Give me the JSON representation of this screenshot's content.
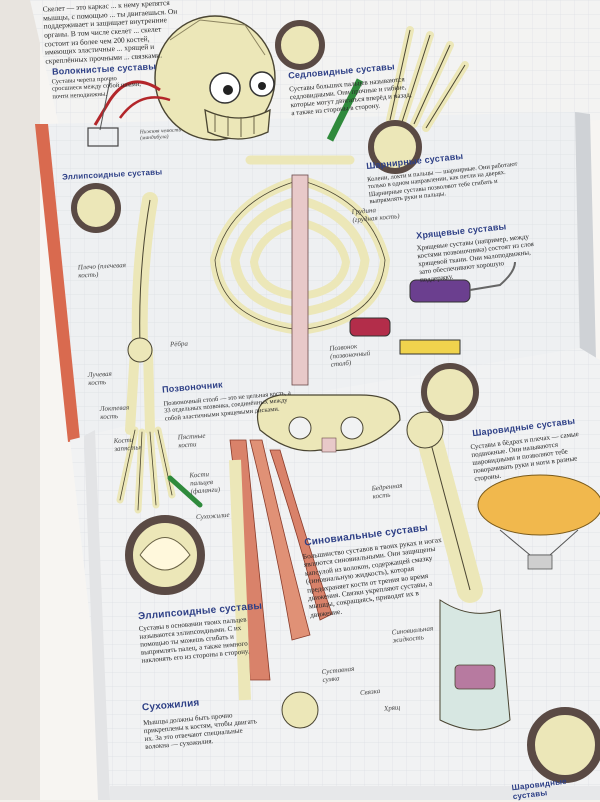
{
  "page_top": {
    "intro": "Скелет — это каркас ... к нему крепятся мышцы, с помощью ... ты двигаешься. Он поддерживает и защищает внутренние органы. В том числе скелет ... скелет состоит из более чем 200 костей, имеющих эластичные ... хрящей и скреплённых прочными ... связками.",
    "sutures_title": "Волокнистые суставы",
    "sutures_text": "Суставы черепа прочно сросшиеся между собой швами, почти неподвижны.",
    "saddle_title": "Седловидные суставы",
    "saddle_text": "Суставы больших пальцев называются седловидными. Они прочные и гибкие, которые могут двигаться вперёд и назад, а также из стороны в сторону.",
    "label_lower_jaw": "Нижняя челюсть (мандибула)"
  },
  "page_middle": {
    "ellipsoid_heading": "Эллипсоидные суставы",
    "hinge_title": "Шарнирные суставы",
    "hinge_text": "Колени, локти и пальцы — шарнирные. Они работают только в одном направлении, как петли на дверях. Шарнирные суставы позволяют тебе сгибать и выпрямлять руки и пальцы.",
    "cartilage_title": "Хрящевые суставы",
    "cartilage_text": "Хрящевые суставы (например, между костями позвоночника) состоят из слоя хрящевой ткани. Они малоподвижны, зато обеспечивают хорошую поддержку.",
    "label_shoulder": "Плечо (плечевая кость)",
    "label_ribs": "Рёбра",
    "label_radius": "Лучевая кость",
    "label_ulna": "Локтевая кость",
    "label_vertebra": "Позвонок (позвоночный столб)",
    "label_sternum": "Грудина (грудная кость)",
    "spine_title": "Позвоночник",
    "spine_text": "Позвоночный столб — это не цельная кость, а 33 отдельных позвонка, соединённых между собой эластичными хрящевыми дисками."
  },
  "page_bottom": {
    "label_carpals": "Кости запястья",
    "label_metacarpals": "Пястные кости",
    "label_phalanges": "Кости пальцев (фаланги)",
    "label_tendon": "Сухожилие",
    "label_femur": "Бедренная кость",
    "label_joint_capsule": "Суставная сумка",
    "label_synovial_fluid": "Синовиальная жидкость",
    "label_cartilage": "Хрящ",
    "label_ligament": "Связка",
    "ellipsoid_title": "Эллипсоидные суставы",
    "ellipsoid_text": "Суставы в основании твоих пальцев называются эллипсоидными. С их помощью ты можешь сгибать и выпрямлять палец, а также немного наклонять его из стороны в сторону.",
    "tendons_title": "Сухожилия",
    "tendons_text": "Мышцы должны быть прочно прикреплены к костям, чтобы двигать их. За это отвечают специальные волокна — сухожилия.",
    "synovial_title": "Синовиальные суставы",
    "synovial_text": "Большинство суставов в твоих руках и ногах являются синовиальными. Они защищены капсулой из волокон, содержащей смазку (синовиальную жидкость), которая предохраняет кости от трения во время движения. Связки укрепляют суставы, а мышцы, сокращаясь, приводят их в движение.",
    "ball_title": "Шаровидные суставы",
    "ball_text": "Суставы в бёдрах и плечах — самые подвижные. Они называются шаровидными и позволяют тебе поворачивать руки и ноги в разные стороны.",
    "bottom_right_title": "Шаровидные суставы"
  },
  "colors": {
    "bone": "#ece7b8",
    "bone_shadow": "#c9c08a",
    "heading_blue": "#2d3f86",
    "muscle": "#d9826a",
    "porthole": "#5a4a44",
    "grid": "#dcdfe4"
  }
}
